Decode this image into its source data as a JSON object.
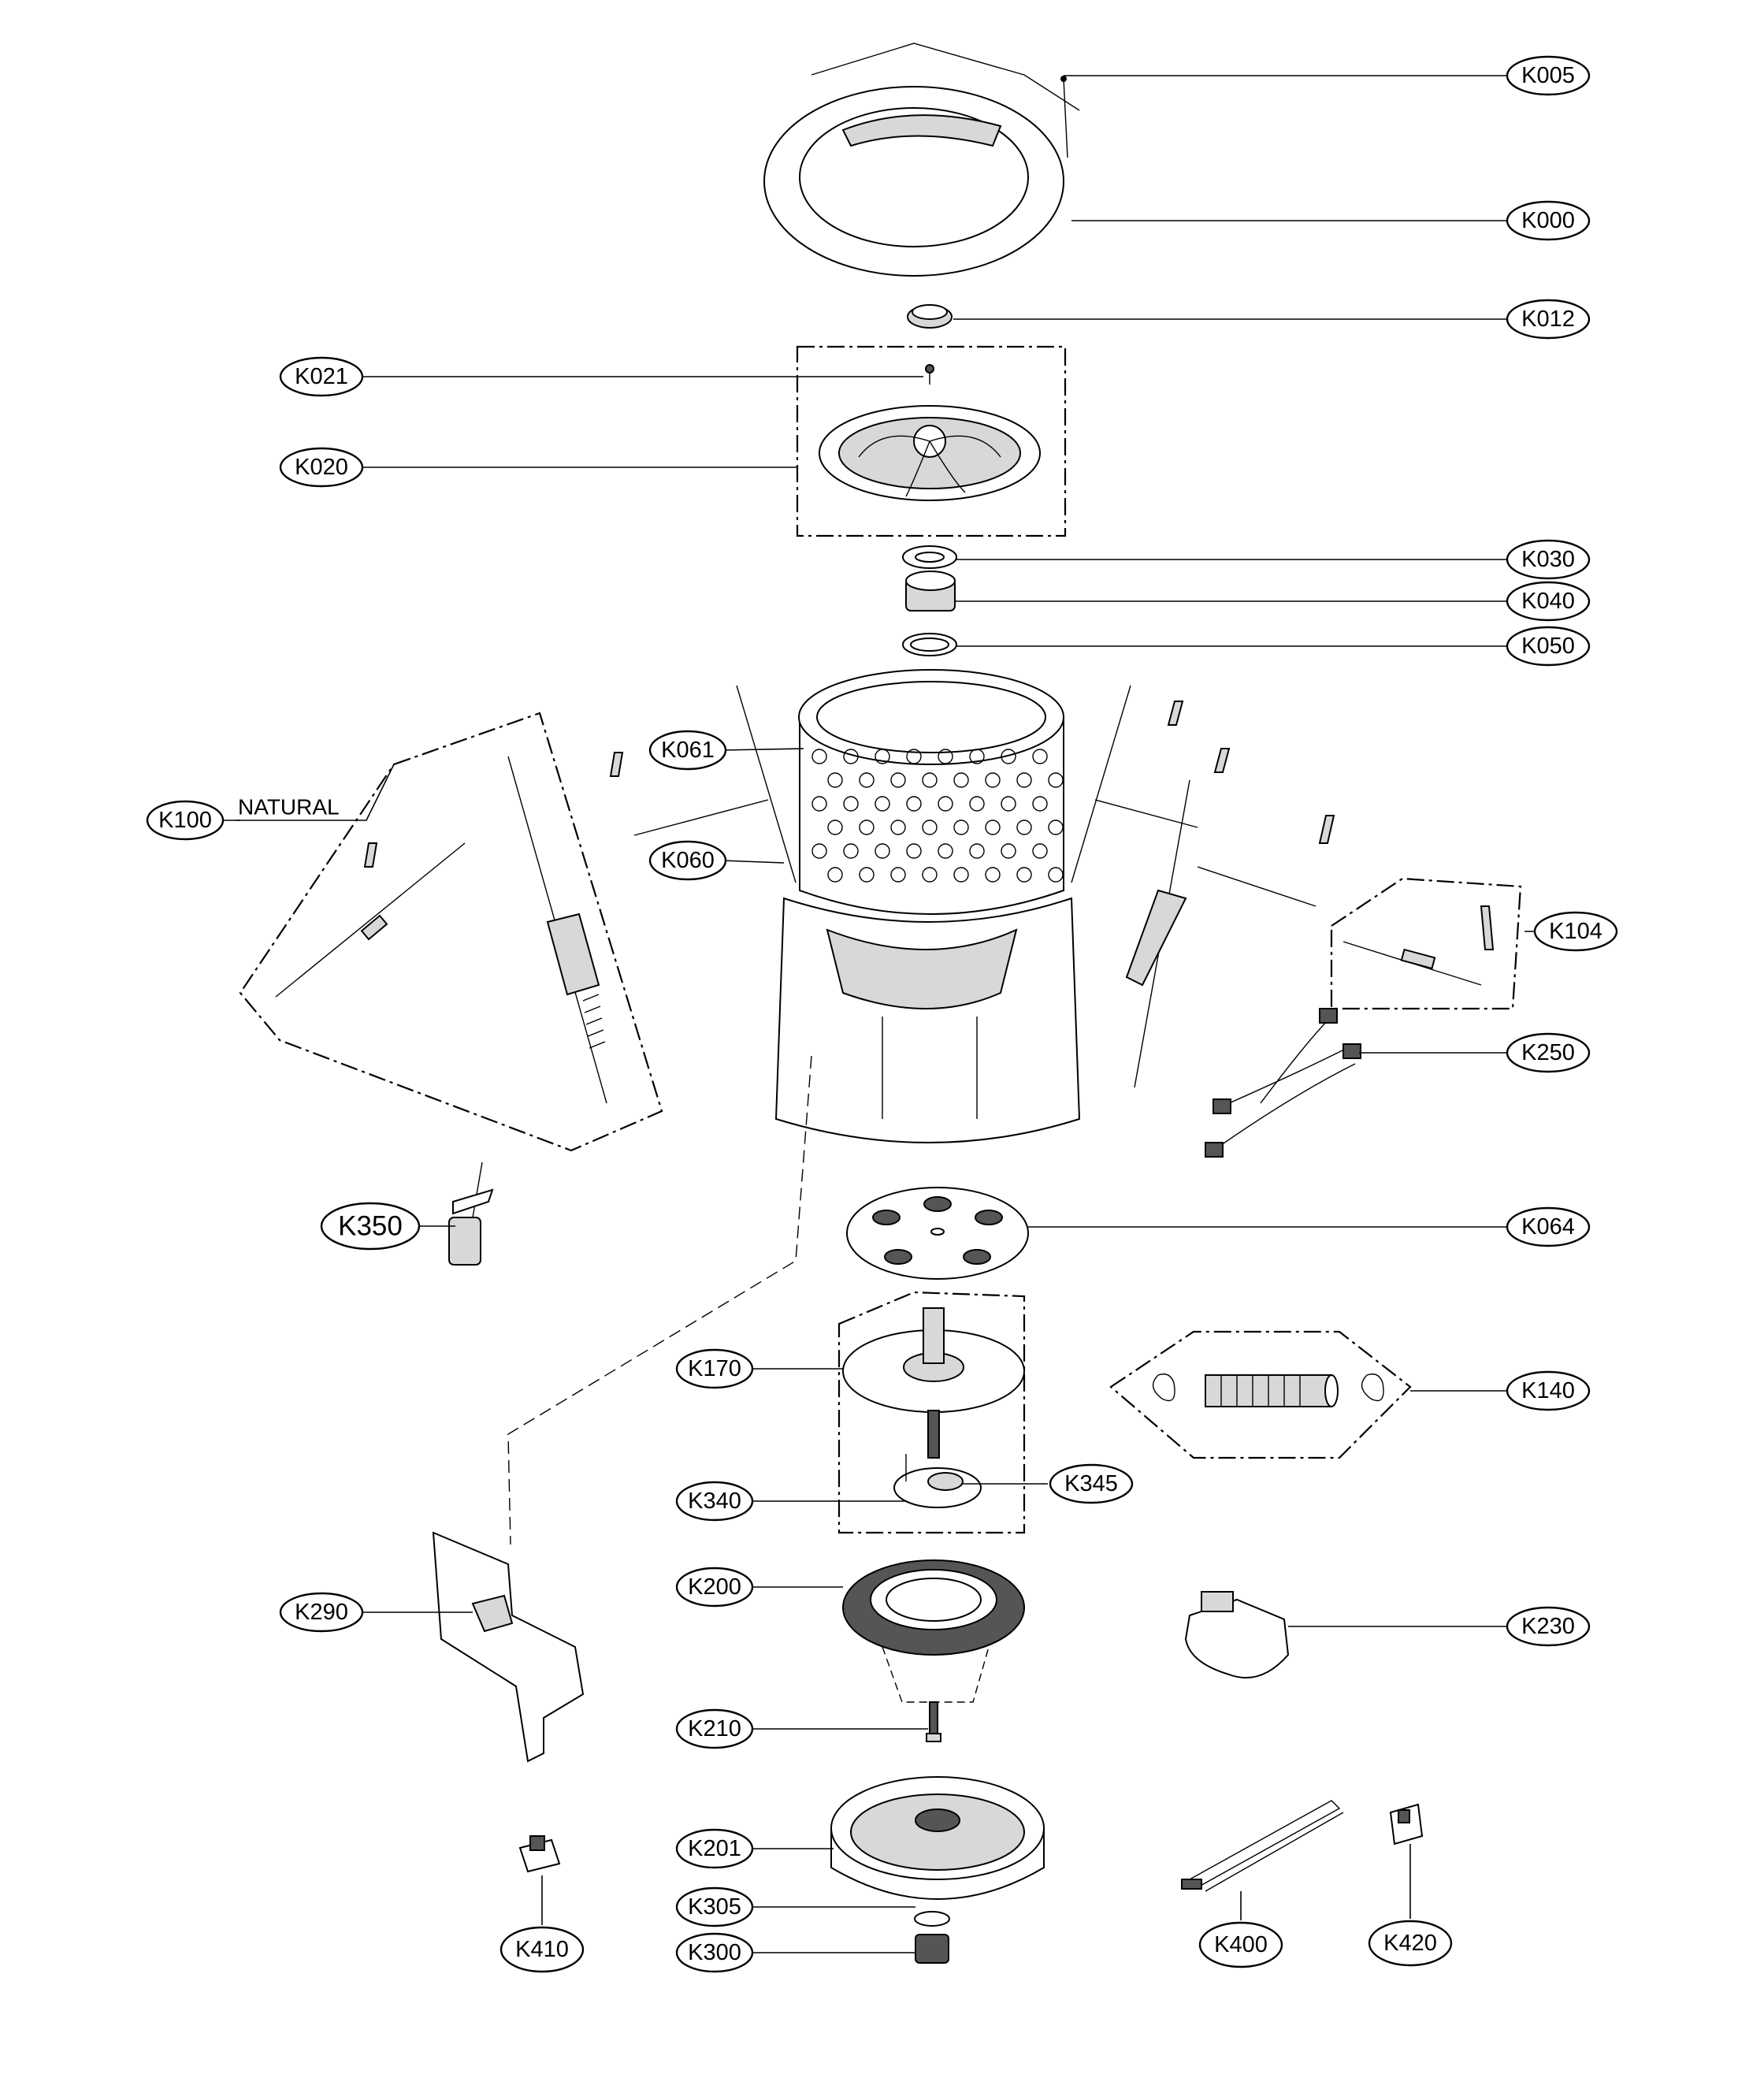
{
  "diagram": {
    "labels": [
      {
        "id": "K005"
      },
      {
        "id": "K000"
      },
      {
        "id": "K012"
      },
      {
        "id": "K021"
      },
      {
        "id": "K020"
      },
      {
        "id": "K030"
      },
      {
        "id": "K040"
      },
      {
        "id": "K050"
      },
      {
        "id": "K061"
      },
      {
        "id": "K100"
      },
      {
        "id": "K060"
      },
      {
        "id": "K104"
      },
      {
        "id": "K250"
      },
      {
        "id": "K350"
      },
      {
        "id": "K064"
      },
      {
        "id": "K170"
      },
      {
        "id": "K140"
      },
      {
        "id": "K340"
      },
      {
        "id": "K345"
      },
      {
        "id": "K200"
      },
      {
        "id": "K290"
      },
      {
        "id": "K230"
      },
      {
        "id": "K210"
      },
      {
        "id": "K201"
      },
      {
        "id": "K305"
      },
      {
        "id": "K410"
      },
      {
        "id": "K300"
      },
      {
        "id": "K400"
      },
      {
        "id": "K420"
      }
    ],
    "note_natural": "NATURAL"
  }
}
